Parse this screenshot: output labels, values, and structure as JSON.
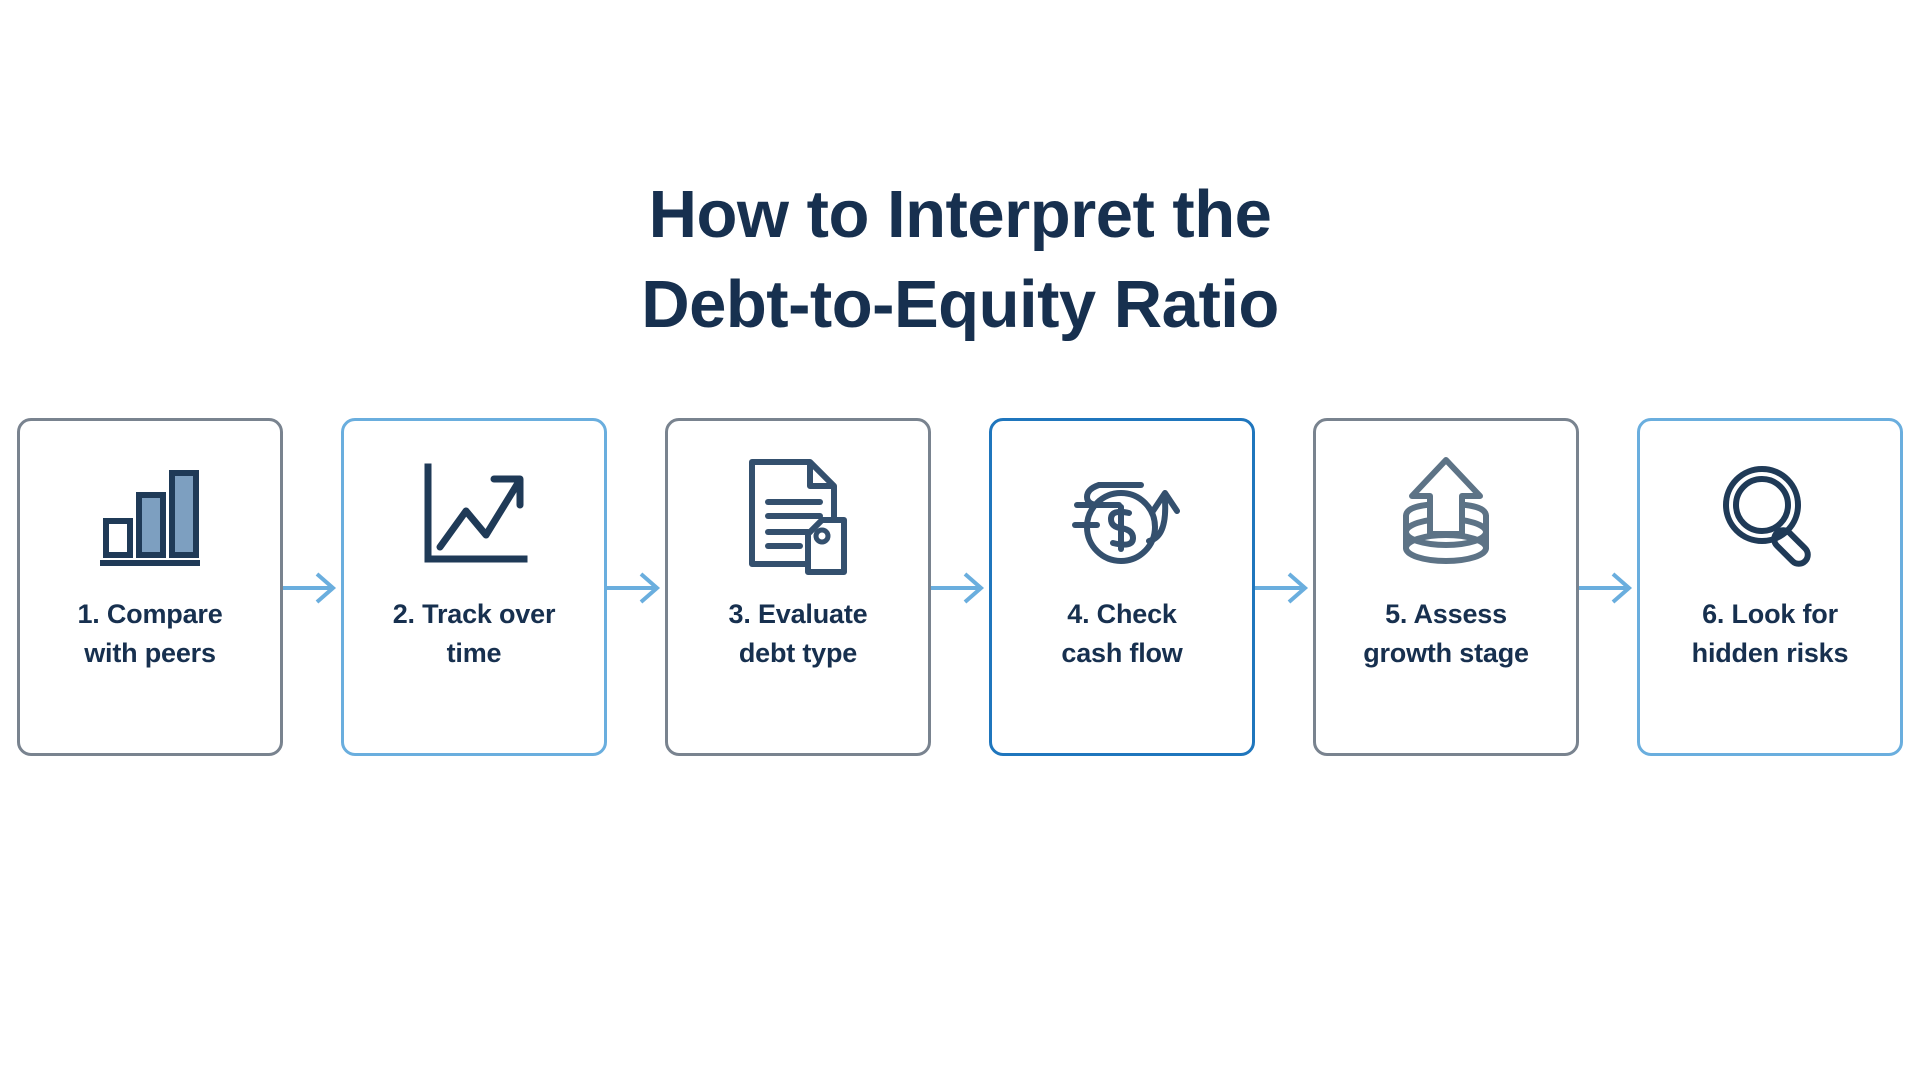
{
  "title": {
    "line1": "How to Interpret the",
    "line2": "Debt-to-Equity Ratio"
  },
  "colors": {
    "title_navy": "#17304f",
    "card_border_gray": "#79838f",
    "card_border_light_blue": "#6aaede",
    "card_border_strong_blue": "#1f76bd",
    "arrow_blue": "#6aaede",
    "icon_navy": "#1f3a57",
    "icon_slate": "#5d7386",
    "bar_fill_blue": "#7d9fc0",
    "background": "#ffffff"
  },
  "steps": [
    {
      "number": "1.",
      "label_line1": "1. Compare",
      "label_line2": "with peers",
      "icon": "bar-chart-icon",
      "border_style": "gray"
    },
    {
      "number": "2.",
      "label_line1": "2. Track over",
      "label_line2": "time",
      "icon": "line-chart-up-icon",
      "border_style": "light-blue"
    },
    {
      "number": "3.",
      "label_line1": "3. Evaluate",
      "label_line2": "debt type",
      "icon": "document-tag-icon",
      "border_style": "gray"
    },
    {
      "number": "4.",
      "label_line1": "4. Check",
      "label_line2": "cash flow",
      "icon": "cash-flow-icon",
      "border_style": "strong-blue"
    },
    {
      "number": "5.",
      "label_line1": "5. Assess",
      "label_line2": "growth stage",
      "icon": "coin-stack-arrow-icon",
      "border_style": "gray"
    },
    {
      "number": "6.",
      "label_line1": "6. Look for",
      "label_line2": "hidden risks",
      "icon": "magnifier-icon",
      "border_style": "light-blue"
    }
  ],
  "connectors": [
    {
      "name": "arrow-right-icon"
    },
    {
      "name": "arrow-right-icon"
    },
    {
      "name": "arrow-right-icon"
    },
    {
      "name": "arrow-right-icon"
    },
    {
      "name": "arrow-right-icon"
    }
  ]
}
